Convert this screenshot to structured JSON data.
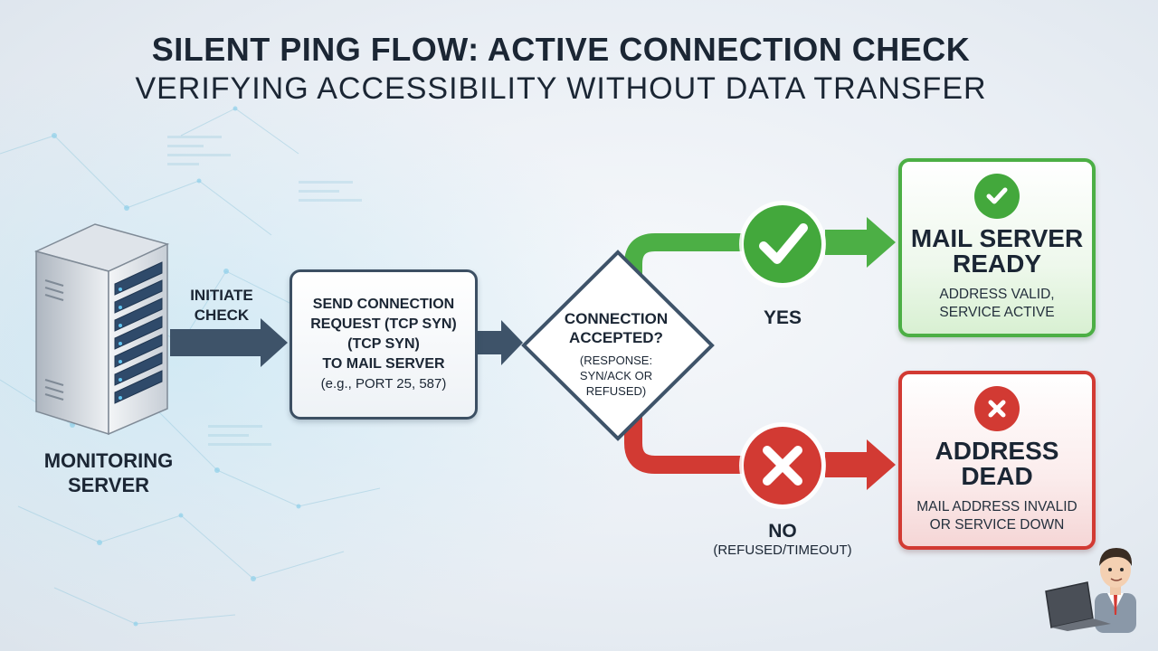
{
  "title": "SILENT PING FLOW: ACTIVE CONNECTION CHECK",
  "subtitle": "VERIFYING ACCESSIBILITY WITHOUT DATA TRANSFER",
  "monitor": {
    "label_1": "MONITORING",
    "label_2": "SERVER",
    "icon": "server-rack-icon"
  },
  "initiate": {
    "line_1": "INITIATE",
    "line_2": "CHECK"
  },
  "request": {
    "line_1": "SEND CONNECTION",
    "line_2": "REQUEST (TCP SYN)",
    "line_3": "(TCP SYN)",
    "line_4": "TO MAIL SERVER",
    "line_5": "(e.g., PORT 25, 587)"
  },
  "decision": {
    "line_1": "CONNECTION",
    "line_2": "ACCEPTED?",
    "sub_1": "(RESPONSE:",
    "sub_2": "SYN/ACK OR",
    "sub_3": "REFUSED)"
  },
  "yes_branch": {
    "label": "YES",
    "icon": "check-icon"
  },
  "no_branch": {
    "label": "NO",
    "sub": "(REFUSED/TIMEOUT)",
    "icon": "x-icon"
  },
  "ready": {
    "title_1": "MAIL SERVER",
    "title_2": "READY",
    "sub_1": "ADDRESS VALID,",
    "sub_2": "SERVICE ACTIVE",
    "icon": "check-icon"
  },
  "dead": {
    "title_1": "ADDRESS",
    "title_2": "DEAD",
    "sub_1": "MAIL ADDRESS INVALID",
    "sub_2": "OR SERVICE DOWN",
    "icon": "x-icon"
  },
  "colors": {
    "yes": "#4caf45",
    "no": "#d23a33",
    "arrow": "#3e5369",
    "text": "#1b2634"
  }
}
